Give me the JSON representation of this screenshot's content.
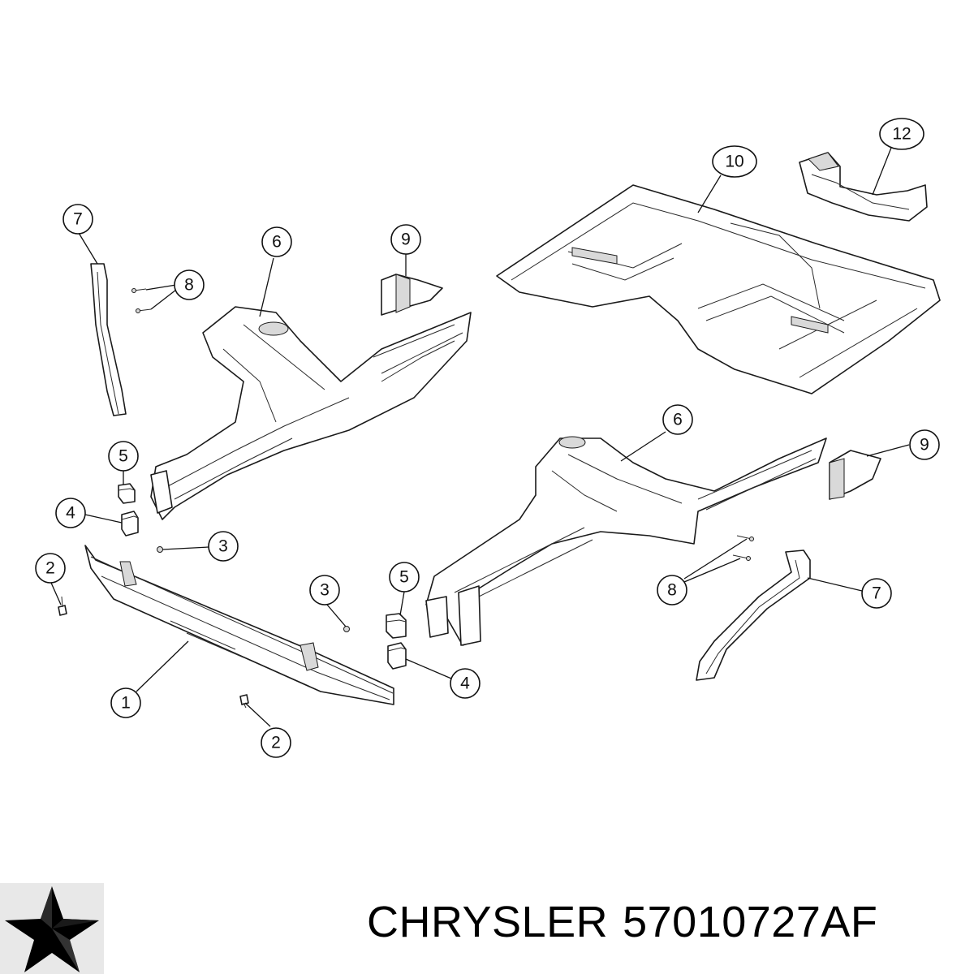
{
  "caption": {
    "brand": "CHRYSLER",
    "part_number": "57010727AF"
  },
  "logo": {
    "icon": "chrysler-pentastar-icon",
    "fill": "#000000",
    "background": "#e8e8e8"
  },
  "callouts": {
    "c1": "1",
    "c2a": "2",
    "c2b": "2",
    "c3a": "3",
    "c3b": "3",
    "c4a": "4",
    "c4b": "4",
    "c5a": "5",
    "c5b": "5",
    "c6a": "6",
    "c6b": "6",
    "c7a": "7",
    "c7b": "7",
    "c8a": "8",
    "c8b": "8",
    "c9a": "9",
    "c9b": "9",
    "c10": "10",
    "c12": "12"
  }
}
